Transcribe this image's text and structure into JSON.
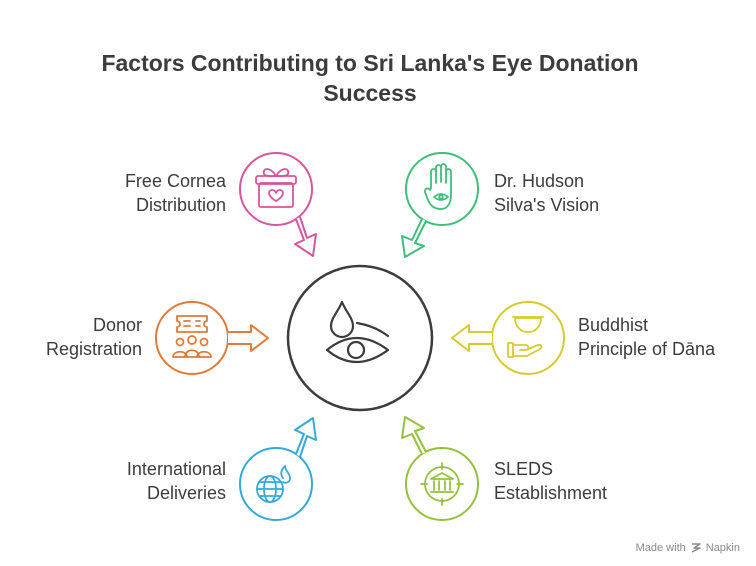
{
  "title": "Factors Contributing to Sri Lanka's Eye Donation Success",
  "nodes": [
    {
      "id": "free-cornea",
      "line1": "Free Cornea",
      "line2": "Distribution",
      "color": "#d9549f",
      "icon": "gift-heart-icon"
    },
    {
      "id": "hudson-silva",
      "line1": "Dr. Hudson",
      "line2": "Silva's Vision",
      "color": "#3dbf7a",
      "icon": "hand-eye-icon"
    },
    {
      "id": "donor-registration",
      "line1": "Donor",
      "line2": "Registration",
      "color": "#e07b39",
      "icon": "ticket-people-icon"
    },
    {
      "id": "buddhist-dana",
      "line1": "Buddhist",
      "line2": "Principle of Dāna",
      "color": "#d6cb2e",
      "icon": "bowl-hand-icon"
    },
    {
      "id": "international",
      "line1": "International",
      "line2": "Deliveries",
      "color": "#33a9de",
      "icon": "globe-fire-icon"
    },
    {
      "id": "sleds",
      "line1": "SLEDS",
      "line2": "Establishment",
      "color": "#93c23c",
      "icon": "institution-target-icon"
    }
  ],
  "center": {
    "icon": "eye-drop-icon",
    "color": "#3c3c3c"
  },
  "watermark": {
    "prefix": "Made with",
    "brand": "Napkin"
  }
}
